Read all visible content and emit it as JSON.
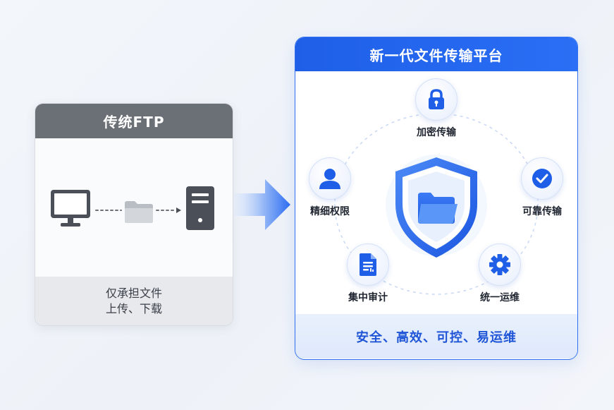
{
  "left": {
    "title": "传统FTP",
    "footer_line1": "仅承担文件",
    "footer_line2": "上传、下载"
  },
  "right": {
    "title": "新一代文件传输平台",
    "footer": "安全、高效、可控、易运维",
    "features": [
      {
        "label": "加密传输",
        "icon": "lock-icon"
      },
      {
        "label": "可靠传输",
        "icon": "check-icon"
      },
      {
        "label": "统一运维",
        "icon": "gear-icon"
      },
      {
        "label": "集中审计",
        "icon": "document-icon"
      },
      {
        "label": "精细权限",
        "icon": "user-icon"
      }
    ],
    "center_icon": "shield-folder-icon"
  },
  "colors": {
    "accent": "#1f5fe8",
    "left_header": "#6b6f76",
    "left_footer": "#e7e9ed",
    "right_footer_text": "#1f55d6"
  }
}
